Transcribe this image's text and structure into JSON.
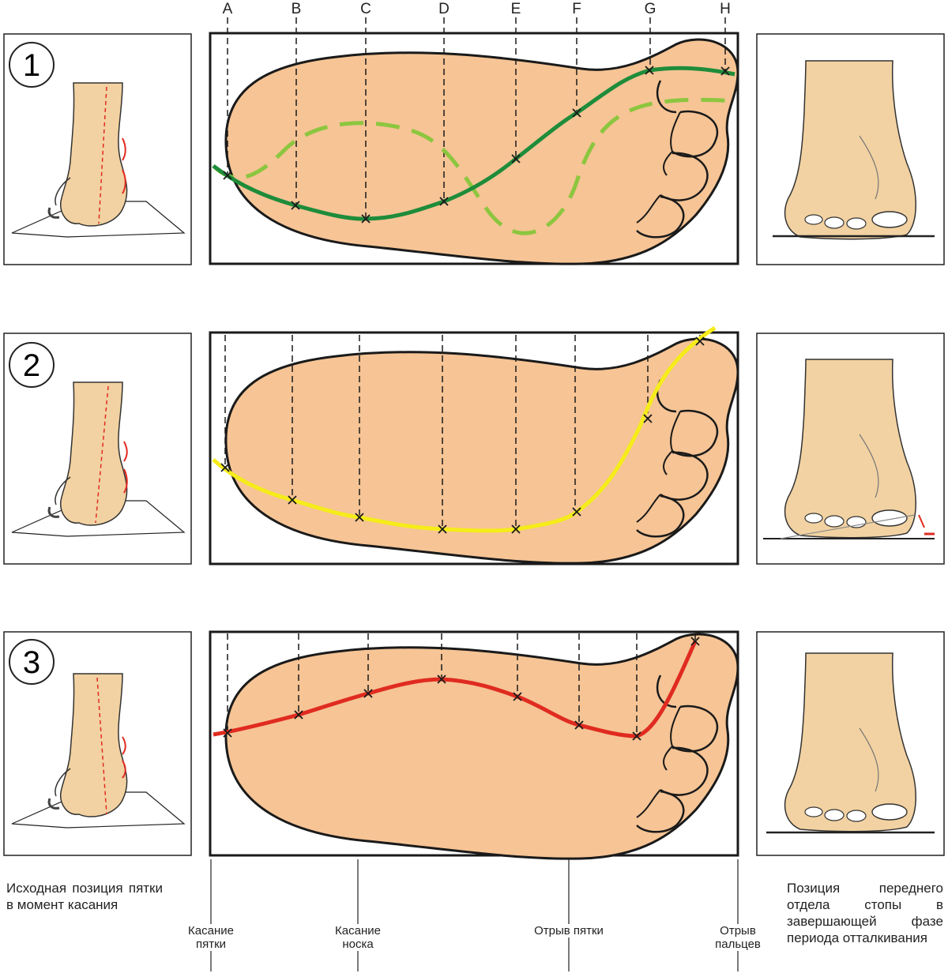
{
  "columns": [
    "A",
    "B",
    "C",
    "D",
    "E",
    "F",
    "G",
    "H"
  ],
  "rows": [
    {
      "number": "1",
      "line_color": "#1e8c3a",
      "alt_line_color": "#8cc63f"
    },
    {
      "number": "2",
      "line_color": "#f5ec1a"
    },
    {
      "number": "3",
      "line_color": "#e02b20"
    }
  ],
  "captions": {
    "left": "Исходная позиция пятки в момент касания",
    "right": "Позиция переднего отдела стопы в завершающей фазе периода отталкивания"
  },
  "markers": {
    "heel_contact": "Касание пятки",
    "toe_contact": "Касание носка",
    "heel_off": "Отрыв пятки",
    "toe_off": "Отрыв пальцев"
  },
  "colors": {
    "skin": "#f6c495",
    "skin_light": "#f2d2a2",
    "outline": "#1a1a1a",
    "axis_red": "#e02b20"
  }
}
